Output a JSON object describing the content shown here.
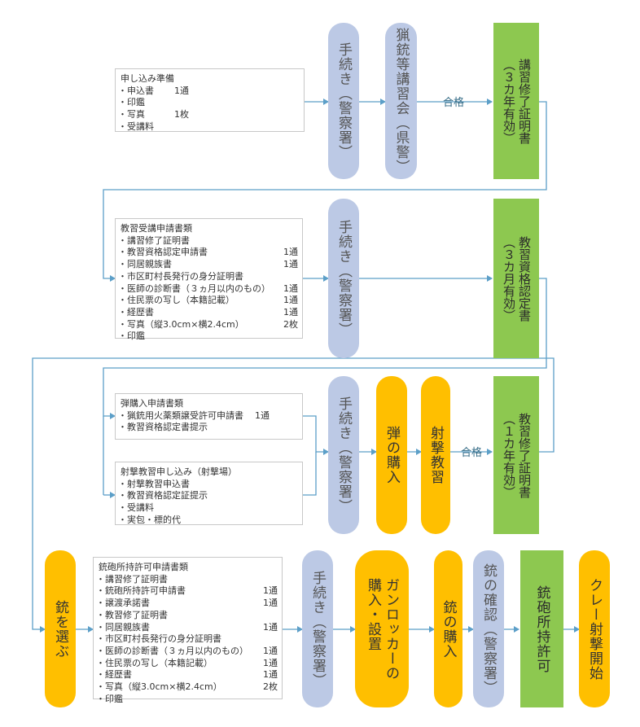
{
  "colors": {
    "procedure": "#bcc9e5",
    "action": "#ffbf00",
    "certificate": "#8dc850",
    "arrow": "#5c9fc8"
  },
  "labels": {
    "pass_1": "合格",
    "pass_2": "合格"
  },
  "row1": {
    "box": {
      "title": "申し込み準備",
      "items": [
        {
          "text": "申込書",
          "qty": "1通"
        },
        {
          "text": "印鑑",
          "qty": ""
        },
        {
          "text": "写真",
          "qty": "1枚"
        },
        {
          "text": "受講料",
          "qty": ""
        }
      ]
    },
    "procedure": "手続き（警察署）",
    "course": "猟銃等講習会（県警）",
    "certificate": "講習修了証明書\n（３カ年有効）"
  },
  "row2": {
    "box": {
      "title": "教習受講申請書類",
      "items": [
        {
          "text": "講習修了証明書",
          "qty": ""
        },
        {
          "text": "教習資格認定申請書",
          "qty": "1通"
        },
        {
          "text": "同居親族書",
          "qty": "1通"
        },
        {
          "text": "市区町村長発行の身分証明書",
          "qty": ""
        },
        {
          "text": "医師の診断書（３ヵ月以内のもの）",
          "qty": "1通"
        },
        {
          "text": "住民票の写し（本籍記載）",
          "qty": "1通"
        },
        {
          "text": "経歴書",
          "qty": "1通"
        },
        {
          "text": "写真（縦3.0cm×横2.4cm）",
          "qty": "2枚"
        },
        {
          "text": "印鑑",
          "qty": ""
        }
      ]
    },
    "procedure": "手続き（警察署）",
    "certificate": "教習資格認定書\n（３カ月有効）"
  },
  "row3": {
    "box_a": {
      "title": "弾購入申請書類",
      "items": [
        {
          "text": "猟銃用火薬類譲受許可申請書",
          "qty": "1通",
          "inline": true
        },
        {
          "text": "教習資格認定書提示",
          "qty": ""
        }
      ]
    },
    "box_b": {
      "title": "射撃教習申し込み（射撃場）",
      "items": [
        {
          "text": "射撃教習申込書",
          "qty": ""
        },
        {
          "text": "教習資格認定証提示",
          "qty": ""
        },
        {
          "text": "受講料",
          "qty": ""
        },
        {
          "text": "実包・標的代",
          "qty": ""
        }
      ]
    },
    "procedure": "手続き（警察署）",
    "buy_ammo": "弾の購入",
    "training": "射撃教習",
    "certificate": "教習修了証明書\n（１カ年有効）"
  },
  "row4": {
    "choose_gun": "銃を選ぶ",
    "box": {
      "title": "銃砲所持許可申請書類",
      "items": [
        {
          "text": "講習修了証明書",
          "qty": ""
        },
        {
          "text": "銃砲所持許可申請書",
          "qty": "1通"
        },
        {
          "text": "譲渡承諾書",
          "qty": "1通"
        },
        {
          "text": "教習修了証明書",
          "qty": ""
        },
        {
          "text": "同居親族書",
          "qty": "1通"
        },
        {
          "text": "市区町村長発行の身分証明書",
          "qty": ""
        },
        {
          "text": "医師の診断書（３ヵ月以内のもの）",
          "qty": "1通"
        },
        {
          "text": "住民票の写し（本籍記載）",
          "qty": "1通"
        },
        {
          "text": "経歴書",
          "qty": "1通"
        },
        {
          "text": "写真（縦3.0cm×横2.4cm）",
          "qty": "2枚"
        },
        {
          "text": "印鑑",
          "qty": ""
        }
      ]
    },
    "procedure": "手続き（警察署）",
    "gun_locker": "ガンロッカーの\n購入・設置",
    "buy_gun": "銃の購入",
    "gun_check": "銃の確認（警察署）",
    "license": "銃砲所持許可",
    "start": "クレー射撃開始"
  }
}
